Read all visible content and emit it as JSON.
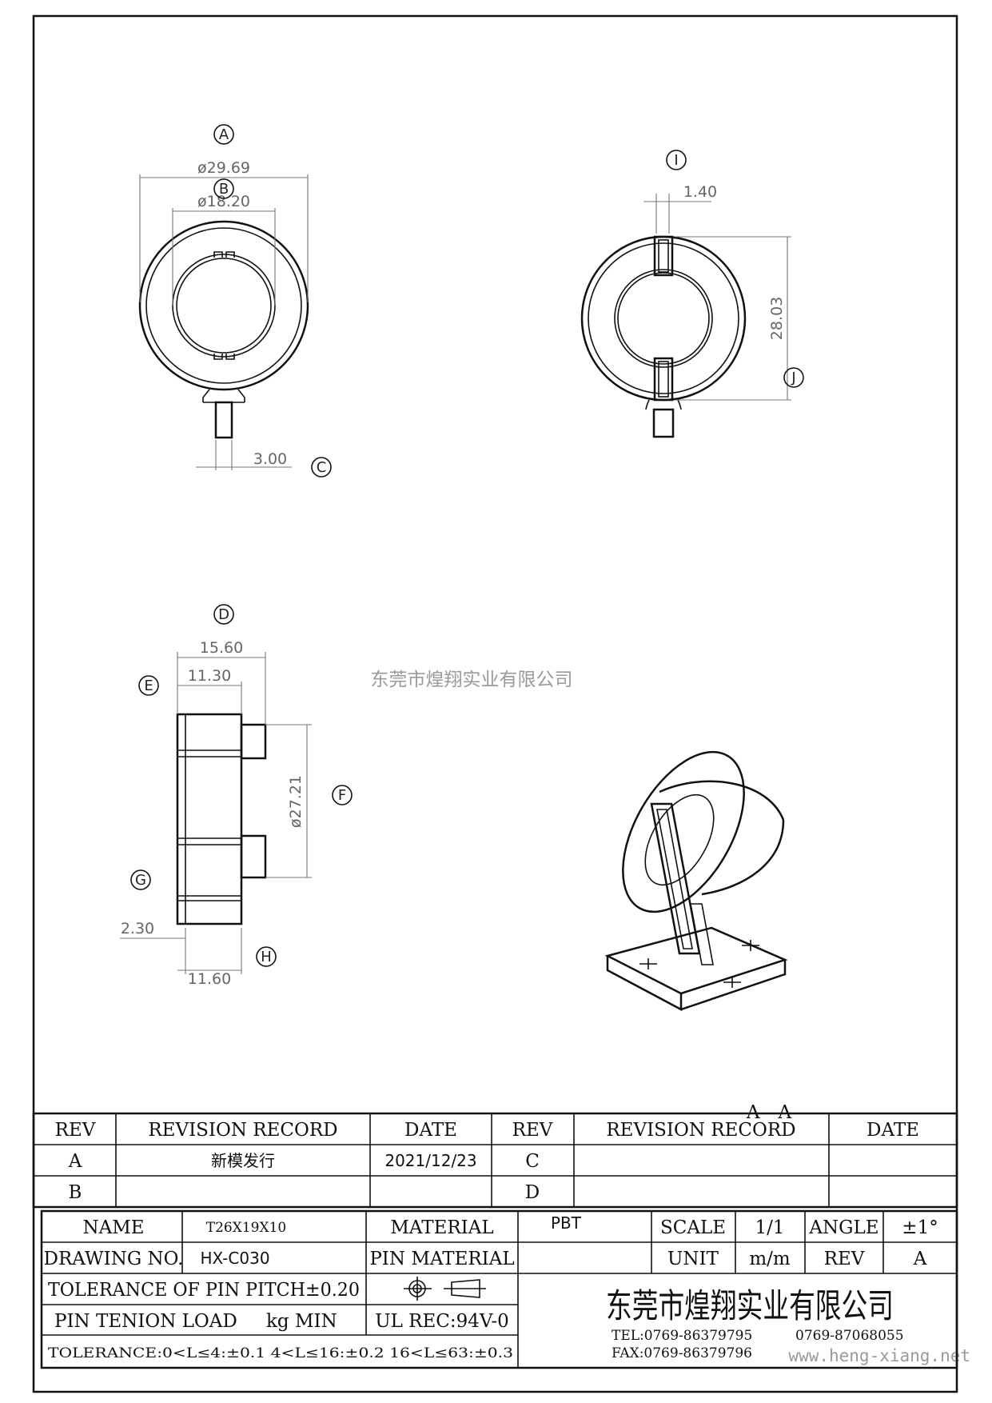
{
  "dimensions": {
    "outer_diameter": "ø29.69",
    "inner_diameter": "ø18.20",
    "pin_width": "3.00",
    "slot_width": "1.40",
    "height": "28.03",
    "overall_depth": "15.60",
    "body_depth": "11.30",
    "side_diameter": "ø27.21",
    "pin_offset": "2.30",
    "base_depth": "11.60"
  },
  "callouts": [
    "A",
    "B",
    "C",
    "D",
    "E",
    "F",
    "G",
    "H",
    "I",
    "J"
  ],
  "section_label": "A—A",
  "watermark_company": "东莞市煌翔实业有限公司",
  "watermark_url": "www.heng-xiang.net",
  "revision_table": {
    "headers": [
      "REV",
      "REVISION RECORD",
      "DATE",
      "REV",
      "REVISION RECORD",
      "DATE"
    ],
    "rows": [
      [
        "A",
        "新模发行",
        "2021/12/23",
        "C",
        "",
        ""
      ],
      [
        "B",
        "",
        "",
        "D",
        "",
        ""
      ]
    ]
  },
  "title_block": {
    "name_label": "NAME",
    "name_value": "T26X19X10",
    "material_label": "MATERIAL",
    "material_value": "PBT",
    "scale_label": "SCALE",
    "scale_value": "1/1",
    "angle_label": "ANGLE",
    "angle_value": "±1°",
    "drawing_no_label": "DRAWING NO.",
    "drawing_no_value": "HX-C030",
    "pin_material_label": "PIN MATERIAL",
    "unit_label": "UNIT",
    "unit_value": "m/m",
    "rev_label": "REV",
    "rev_value": "A",
    "tolerance_pitch": "TOLERANCE OF PIN PITCH±0.20",
    "pin_tenion_label": "PIN TENION LOAD",
    "pin_tenion_unit": "kg MIN",
    "ul_rec": "UL REC:94V-0",
    "tolerance_general": "TOLERANCE:0<L≤4:±0.1  4<L≤16:±0.2  16<L≤63:±0.3",
    "company": "东莞市煌翔实业有限公司",
    "tel": "TEL:0769-86379795",
    "tel2": "0769-87068055",
    "fax": "FAX:0769-86379796"
  }
}
